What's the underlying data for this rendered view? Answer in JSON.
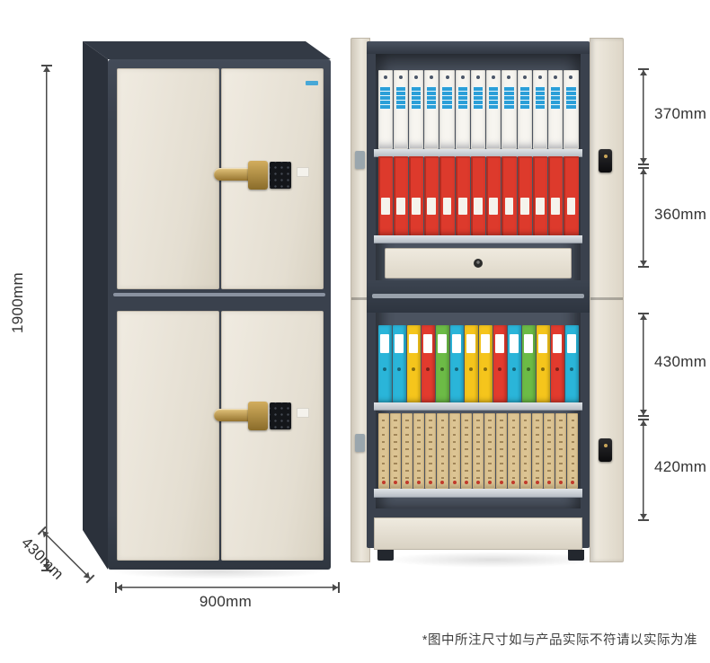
{
  "annotations": {
    "height_label": "1900mm",
    "depth_label": "430mm",
    "width_label": "900mm",
    "section_labels": [
      "370mm",
      "360mm",
      "430mm",
      "420mm"
    ],
    "note": "*图中所注尺寸如与产品实际不符请以实际为准"
  },
  "colors": {
    "frame": "#3a414d",
    "frame_dark": "#2b313b",
    "frame_top": "#333a45",
    "interior": "#4b5360",
    "door": "#eae5da",
    "door_edge": "#c3bbac",
    "shelf": "#c9ced4",
    "gold_light": "#e3c47c",
    "gold_dark": "#96742f",
    "keypad": "#14161a",
    "dim": "#4a4a4a",
    "text": "#333333",
    "accent_blue": "#2b9fd8"
  },
  "cabinet": {
    "rows": {
      "blue": {
        "item_name": "document-box-blue",
        "count": 13,
        "body": "#f7f5f0",
        "label": "#2b9fd8"
      },
      "red": {
        "item_name": "lever-arch-file-red",
        "count": 13,
        "body": "#dd3a2c",
        "label": "#f5f3ec"
      },
      "mixed": {
        "item_name": "ring-binder",
        "label": "#ffffff",
        "colors": [
          "#2ab5d9",
          "#2ab5d9",
          "#f5c51c",
          "#e23b2e",
          "#6cbb46",
          "#2ab5d9",
          "#f5c51c",
          "#f5c51c",
          "#e23b2e",
          "#2ab5d9",
          "#6cbb46",
          "#f5c51c",
          "#e23b2e",
          "#2ab5d9"
        ]
      },
      "kraft": {
        "item_name": "archive-box-kraft",
        "count": 17,
        "body": "#dcc493"
      }
    }
  }
}
